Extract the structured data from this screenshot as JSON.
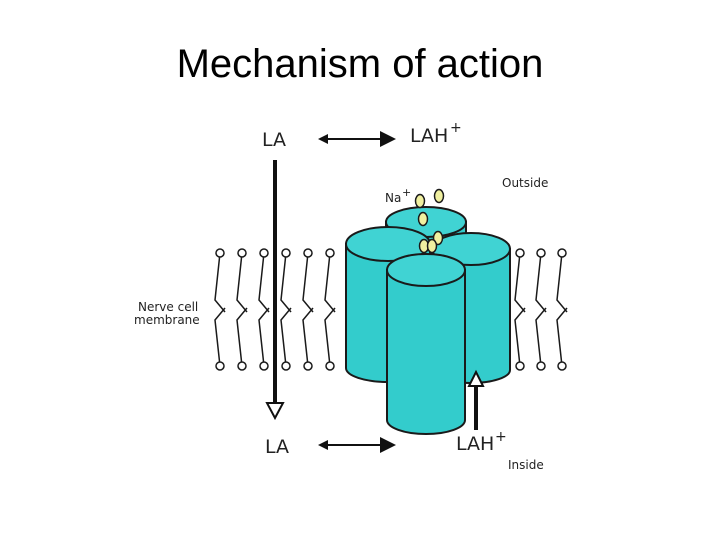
{
  "slide": {
    "title": "Mechanism of action"
  },
  "diagram": {
    "la_top": "LA",
    "lah_top": "LAH",
    "lah_top_sup": "+",
    "na": "Na",
    "na_sup": "+",
    "outside": "Outside",
    "membrane_line1": "Nerve cell",
    "membrane_line2": "membrane",
    "la_bottom": "LA",
    "lah_bottom": "LAH",
    "lah_bottom_sup": "+",
    "inside": "Inside"
  },
  "colors": {
    "channel_fill": "#33cccc",
    "channel_top": "#40d3d3",
    "ion_fill": "#f0f0a0",
    "stroke": "#1a1a1a"
  }
}
